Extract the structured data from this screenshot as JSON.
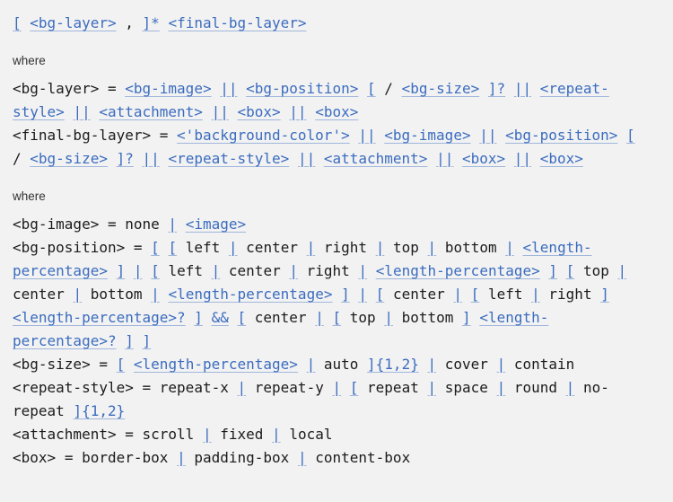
{
  "where_label": "where",
  "colors": {
    "background": "#f2f2f2",
    "text": "#1b1b1b",
    "link": "#3b6cbf"
  },
  "top_line": [
    [
      "l",
      "["
    ],
    [
      "l",
      "<bg-layer>"
    ],
    [
      "t",
      ","
    ],
    [
      "l",
      "]*"
    ],
    [
      "l",
      "<final-bg-layer>"
    ]
  ],
  "block1": [
    [
      [
        "t",
        "<bg-layer>"
      ],
      [
        "t",
        "="
      ],
      [
        "l",
        "<bg-image>"
      ],
      [
        "l",
        "||"
      ],
      [
        "l",
        "<bg-position>"
      ],
      [
        "l",
        "["
      ],
      [
        "t",
        "/"
      ],
      [
        "l",
        "<bg-size>"
      ],
      [
        "l",
        "]?"
      ],
      [
        "l",
        "||"
      ],
      [
        "l",
        "<repeat-"
      ]
    ],
    [
      [
        "l",
        "style>"
      ],
      [
        "l",
        "||"
      ],
      [
        "l",
        "<attachment>"
      ],
      [
        "l",
        "||"
      ],
      [
        "l",
        "<box>"
      ],
      [
        "l",
        "||"
      ],
      [
        "l",
        "<box>"
      ]
    ],
    [
      [
        "t",
        "<final-bg-layer>"
      ],
      [
        "t",
        "="
      ],
      [
        "l",
        "<'background-color'>"
      ],
      [
        "l",
        "||"
      ],
      [
        "l",
        "<bg-image>"
      ],
      [
        "l",
        "||"
      ],
      [
        "l",
        "<bg-position>"
      ],
      [
        "l",
        "["
      ]
    ],
    [
      [
        "t",
        "/"
      ],
      [
        "l",
        "<bg-size>"
      ],
      [
        "l",
        "]?"
      ],
      [
        "l",
        "||"
      ],
      [
        "l",
        "<repeat-style>"
      ],
      [
        "l",
        "||"
      ],
      [
        "l",
        "<attachment>"
      ],
      [
        "l",
        "||"
      ],
      [
        "l",
        "<box>"
      ],
      [
        "l",
        "||"
      ],
      [
        "l",
        "<box>"
      ]
    ]
  ],
  "block2": [
    [
      [
        "t",
        "<bg-image>"
      ],
      [
        "t",
        "="
      ],
      [
        "t",
        "none"
      ],
      [
        "l",
        "|"
      ],
      [
        "l",
        "<image>"
      ]
    ],
    [
      [
        "t",
        "<bg-position>"
      ],
      [
        "t",
        "="
      ],
      [
        "l",
        "["
      ],
      [
        "l",
        "["
      ],
      [
        "t",
        "left"
      ],
      [
        "l",
        "|"
      ],
      [
        "t",
        "center"
      ],
      [
        "l",
        "|"
      ],
      [
        "t",
        "right"
      ],
      [
        "l",
        "|"
      ],
      [
        "t",
        "top"
      ],
      [
        "l",
        "|"
      ],
      [
        "t",
        "bottom"
      ],
      [
        "l",
        "|"
      ],
      [
        "l",
        "<length-"
      ]
    ],
    [
      [
        "l",
        "percentage>"
      ],
      [
        "l",
        "]"
      ],
      [
        "l",
        "|"
      ],
      [
        "l",
        "["
      ],
      [
        "t",
        "left"
      ],
      [
        "l",
        "|"
      ],
      [
        "t",
        "center"
      ],
      [
        "l",
        "|"
      ],
      [
        "t",
        "right"
      ],
      [
        "l",
        "|"
      ],
      [
        "l",
        "<length-percentage>"
      ],
      [
        "l",
        "]"
      ],
      [
        "l",
        "["
      ],
      [
        "t",
        "top"
      ],
      [
        "l",
        "|"
      ]
    ],
    [
      [
        "t",
        "center"
      ],
      [
        "l",
        "|"
      ],
      [
        "t",
        "bottom"
      ],
      [
        "l",
        "|"
      ],
      [
        "l",
        "<length-percentage>"
      ],
      [
        "l",
        "]"
      ],
      [
        "l",
        "|"
      ],
      [
        "l",
        "["
      ],
      [
        "t",
        "center"
      ],
      [
        "l",
        "|"
      ],
      [
        "l",
        "["
      ],
      [
        "t",
        "left"
      ],
      [
        "l",
        "|"
      ],
      [
        "t",
        "right"
      ],
      [
        "l",
        "]"
      ]
    ],
    [
      [
        "l",
        "<length-percentage>?"
      ],
      [
        "l",
        "]"
      ],
      [
        "l",
        "&&"
      ],
      [
        "l",
        "["
      ],
      [
        "t",
        "center"
      ],
      [
        "l",
        "|"
      ],
      [
        "l",
        "["
      ],
      [
        "t",
        "top"
      ],
      [
        "l",
        "|"
      ],
      [
        "t",
        "bottom"
      ],
      [
        "l",
        "]"
      ],
      [
        "l",
        "<length-"
      ]
    ],
    [
      [
        "l",
        "percentage>?"
      ],
      [
        "l",
        "]"
      ],
      [
        "l",
        "]"
      ]
    ],
    [
      [
        "t",
        "<bg-size>"
      ],
      [
        "t",
        "="
      ],
      [
        "l",
        "["
      ],
      [
        "l",
        "<length-percentage>"
      ],
      [
        "l",
        "|"
      ],
      [
        "t",
        "auto"
      ],
      [
        "l",
        "]{1,2}"
      ],
      [
        "l",
        "|"
      ],
      [
        "t",
        "cover"
      ],
      [
        "l",
        "|"
      ],
      [
        "t",
        "contain"
      ]
    ],
    [
      [
        "t",
        "<repeat-style>"
      ],
      [
        "t",
        "="
      ],
      [
        "t",
        "repeat-x"
      ],
      [
        "l",
        "|"
      ],
      [
        "t",
        "repeat-y"
      ],
      [
        "l",
        "|"
      ],
      [
        "l",
        "["
      ],
      [
        "t",
        "repeat"
      ],
      [
        "l",
        "|"
      ],
      [
        "t",
        "space"
      ],
      [
        "l",
        "|"
      ],
      [
        "t",
        "round"
      ],
      [
        "l",
        "|"
      ],
      [
        "t",
        "no-"
      ]
    ],
    [
      [
        "t",
        "repeat"
      ],
      [
        "l",
        "]{1,2}"
      ]
    ],
    [
      [
        "t",
        "<attachment>"
      ],
      [
        "t",
        "="
      ],
      [
        "t",
        "scroll"
      ],
      [
        "l",
        "|"
      ],
      [
        "t",
        "fixed"
      ],
      [
        "l",
        "|"
      ],
      [
        "t",
        "local"
      ]
    ],
    [
      [
        "t",
        "<box>"
      ],
      [
        "t",
        "="
      ],
      [
        "t",
        "border-box"
      ],
      [
        "l",
        "|"
      ],
      [
        "t",
        "padding-box"
      ],
      [
        "l",
        "|"
      ],
      [
        "t",
        "content-box"
      ]
    ]
  ]
}
